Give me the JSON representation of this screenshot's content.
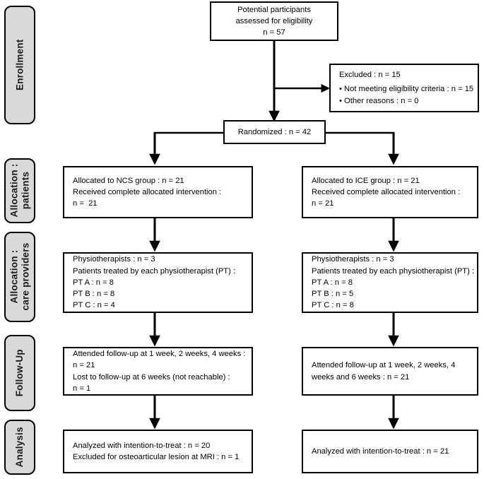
{
  "diagram": {
    "title": "CONSORT participant flow diagram",
    "type": "flowchart",
    "colors": {
      "stage_label_fill": "#d9d9d9",
      "node_fill": "#ffffff",
      "stroke": "#000000"
    }
  },
  "stage_labels": [
    {
      "id": "enrollment",
      "line1": "Enrollment",
      "line2": ""
    },
    {
      "id": "allocation-patients",
      "line1": "Allocation :",
      "line2": "patients"
    },
    {
      "id": "allocation-care-providers",
      "line1": "Allocation :",
      "line2": "care providers"
    },
    {
      "id": "follow-up",
      "line1": "Follow-Up",
      "line2": ""
    },
    {
      "id": "analysis",
      "line1": "Analysis",
      "line2": ""
    }
  ],
  "nodes": {
    "assessed": {
      "line1": "Potential participants",
      "line2": "assessed for eligibility",
      "line3": "n = 57"
    },
    "excluded": {
      "line1": "Excluded : n = 15",
      "line2": "• Not meeting eligibility criteria : n = 15",
      "line3": "• Other reasons : n = 0"
    },
    "randomized": {
      "line1": "Randomized : n = 42"
    },
    "allocated_left": {
      "line1": "Allocated to NCS group : n = 21",
      "line2": "Received complete allocated intervention :",
      "line3": "n =  21"
    },
    "allocated_right": {
      "line1": "Allocated to ICE group : n = 21",
      "line2": "Received complete allocated intervention :",
      "line3": "n = 21"
    },
    "providers_left": {
      "line1": "Physiotherapists : n = 3",
      "line2": "Patients treated by each physiotherapist (PT) :",
      "line3": "PT A : n = 8",
      "line4": "PT B : n = 8",
      "line5": "PT C : n = 4"
    },
    "providers_right": {
      "line1": "Physiotherapists : n = 3",
      "line2": "Patients treated by each physiotherapist (PT) :",
      "line3": "PT A : n = 8",
      "line4": "PT B : n = 5",
      "line5": "PT C : n = 8"
    },
    "followup_left": {
      "line1": "Attended follow-up at 1 week, 2 weeks, 4 weeks :",
      "line2": "n = 21",
      "line3": "Lost to follow-up at 6 weeks (not reachable) :",
      "line4": "n = 1"
    },
    "followup_right": {
      "line1": "Attended follow-up at 1 week, 2 weeks, 4 weeks and 6 weeks : n = 21"
    },
    "analysis_left": {
      "line1": "Analyzed with intention-to-treat : n = 20",
      "line2": "Excluded for osteoarticular lesion at MRI : n = 1"
    },
    "analysis_right": {
      "line1": "Analyzed with intention-to-treat : n = 21"
    }
  }
}
